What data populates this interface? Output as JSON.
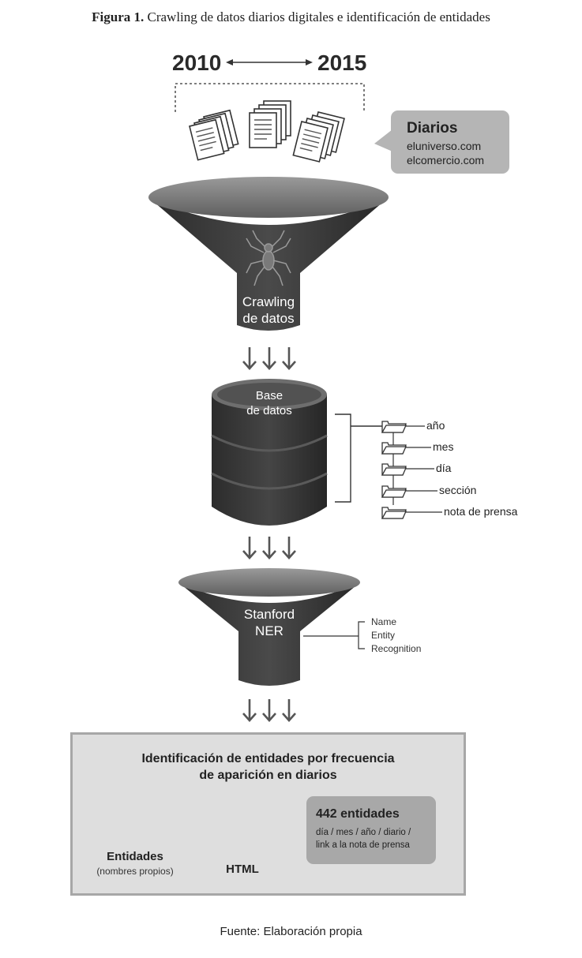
{
  "caption": {
    "prefix": "Figura 1.",
    "text": "Crawling de datos diarios digitales e identificación de entidades"
  },
  "timeline": {
    "start": "2010",
    "end": "2015"
  },
  "diarios": {
    "title": "Diarios",
    "sites": [
      "eluniverso.com",
      "elcomercio.com"
    ]
  },
  "crawl_funnel": {
    "line1": "Crawling",
    "line2": "de datos"
  },
  "database": {
    "line1": "Base",
    "line2": "de datos"
  },
  "folders": [
    "año",
    "mes",
    "día",
    "sección",
    "nota de prensa"
  ],
  "ner_funnel": {
    "line1": "Stanford",
    "line2": "NER"
  },
  "ner_terms": [
    "Name",
    "Entity",
    "Recognition"
  ],
  "result": {
    "title_line1": "Identificación de entidades por frecuencia",
    "title_line2": "de aparición en diarios",
    "entities_label": "Entidades",
    "entities_sub": "(nombres propios)",
    "html_label": "HTML",
    "stats_title": "442 entidades",
    "stats_line1": "día / mes / año / diario /",
    "stats_line2": "link a la nota de prensa"
  },
  "source": "Fuente: Elaboración propia"
}
